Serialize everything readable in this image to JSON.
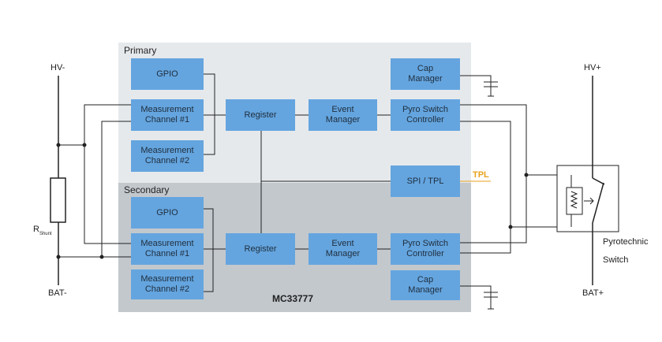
{
  "regions": {
    "primary": "Primary",
    "secondary": "Secondary",
    "chip": "MC33777"
  },
  "blocks": {
    "p_gpio": "GPIO",
    "p_meas1": "Measurement\nChannel #1",
    "p_meas2": "Measurement\nChannel #2",
    "p_register": "Register",
    "p_event": "Event\nManager",
    "p_cap": "Cap\nManager",
    "p_pyro": "Pyro Switch\nController",
    "spi": "SPI / TPL",
    "s_gpio": "GPIO",
    "s_meas1": "Measurement\nChannel #1",
    "s_meas2": "Measurement\nChannel #2",
    "s_register": "Register",
    "s_event": "Event\nManager",
    "s_pyro": "Pyro Switch\nController",
    "s_cap": "Cap\nManager"
  },
  "labels": {
    "hv_minus": "HV-",
    "bat_minus": "BAT-",
    "r_shunt_main": "R",
    "r_shunt_sub": "Shunt",
    "tpl": "TPL",
    "hv_plus": "HV+",
    "bat_plus": "BAT+",
    "pyro_line1": "Pyrotechnic",
    "pyro_line2": "Switch"
  },
  "colors": {
    "block": "#64a5df",
    "primary_bg": "#e6e9ec",
    "secondary_bg": "#c3c8cd",
    "tpl": "#e8a21c",
    "wire": "#222222"
  }
}
